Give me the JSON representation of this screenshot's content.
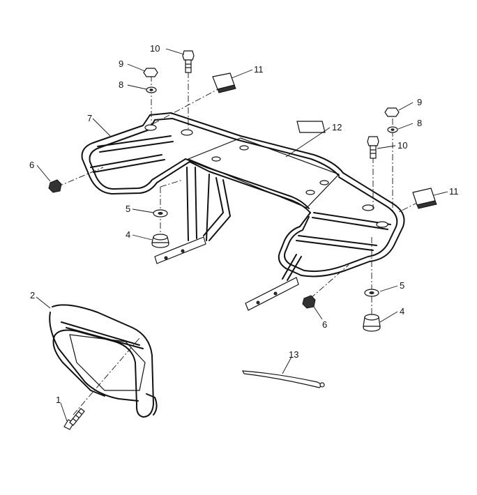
{
  "callouts": [
    {
      "id": "1",
      "label": "1"
    },
    {
      "id": "2",
      "label": "2"
    },
    {
      "id": "4a",
      "label": "4"
    },
    {
      "id": "4b",
      "label": "4"
    },
    {
      "id": "5a",
      "label": "5"
    },
    {
      "id": "5b",
      "label": "5"
    },
    {
      "id": "6a",
      "label": "6"
    },
    {
      "id": "6b",
      "label": "6"
    },
    {
      "id": "7",
      "label": "7"
    },
    {
      "id": "8a",
      "label": "8"
    },
    {
      "id": "8b",
      "label": "8"
    },
    {
      "id": "9a",
      "label": "9"
    },
    {
      "id": "9b",
      "label": "9"
    },
    {
      "id": "10a",
      "label": "10"
    },
    {
      "id": "10b",
      "label": "10"
    },
    {
      "id": "11a",
      "label": "11"
    },
    {
      "id": "11b",
      "label": "11"
    },
    {
      "id": "12",
      "label": "12"
    },
    {
      "id": "13",
      "label": "13"
    }
  ]
}
